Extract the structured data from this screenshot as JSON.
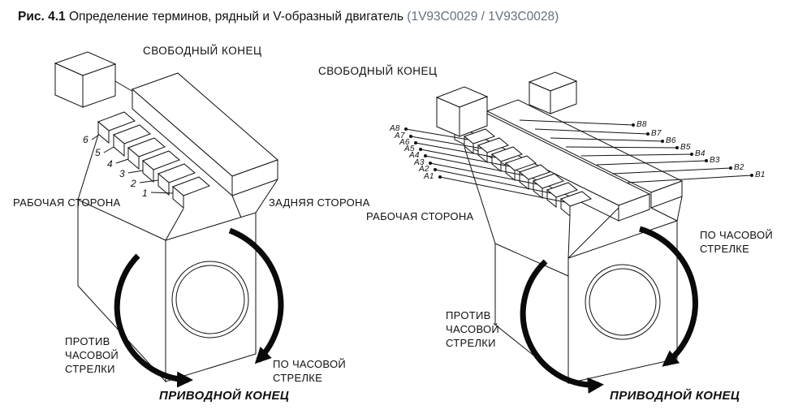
{
  "figure": {
    "label": "Рис. 4.1",
    "title": "Определение терминов, рядный и V-образный двигатель",
    "code": "(1V93C0029 / 1V93C0028)"
  },
  "inline_engine": {
    "free_end": "СВОБОДНЫЙ КОНЕЦ",
    "working_side": "РАБОЧАЯ СТОРОНА",
    "rear_side": "ЗАДНЯЯ СТОРОНА",
    "counterclockwise": "ПРОТИВ\nЧАСОВОЙ\nСТРЕЛКИ",
    "clockwise": "ПО ЧАСОВОЙ\nСТРЕЛКЕ",
    "drive_end": "ПРИВОДНОЙ КОНЕЦ",
    "cylinders": [
      "6",
      "5",
      "4",
      "3",
      "2",
      "1"
    ]
  },
  "v_engine": {
    "free_end": "СВОБОДНЫЙ КОНЕЦ",
    "working_side": "РАБОЧАЯ СТОРОНА",
    "clockwise": "ПО ЧАСОВОЙ\nСТРЕЛКЕ",
    "counterclockwise": "ПРОТИВ\nЧАСОВОЙ\nСТРЕЛКИ",
    "drive_end": "ПРИВОДНОЙ КОНЕЦ",
    "bank_a": [
      "А8",
      "А7",
      "А6",
      "А5",
      "А4",
      "А3",
      "А2",
      "А1"
    ],
    "bank_b": [
      "В8",
      "В7",
      "В6",
      "В5",
      "В4",
      "В3",
      "В2",
      "В1"
    ]
  }
}
